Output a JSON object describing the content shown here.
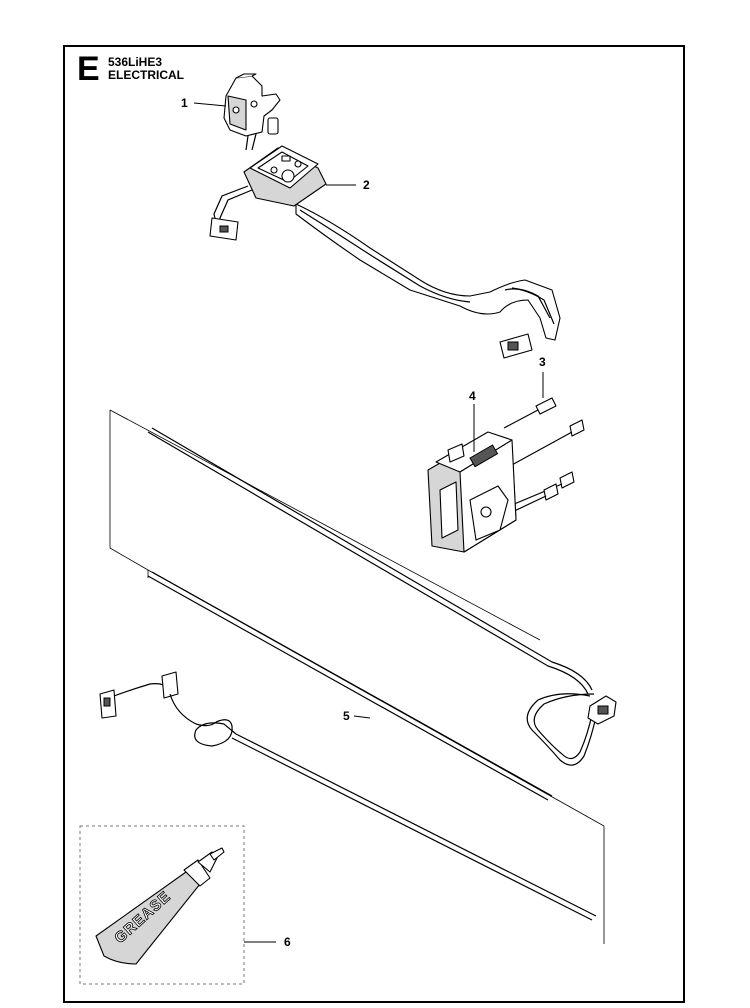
{
  "header": {
    "section_letter": "E",
    "model": "536LiHE3",
    "group": "ELECTRICAL"
  },
  "callouts": [
    {
      "id": "1",
      "label": "1"
    },
    {
      "id": "2",
      "label": "2"
    },
    {
      "id": "3",
      "label": "3"
    },
    {
      "id": "4",
      "label": "4"
    },
    {
      "id": "5",
      "label": "5"
    },
    {
      "id": "6",
      "label": "6"
    }
  ],
  "grease_tube": {
    "label": "GREASE"
  }
}
